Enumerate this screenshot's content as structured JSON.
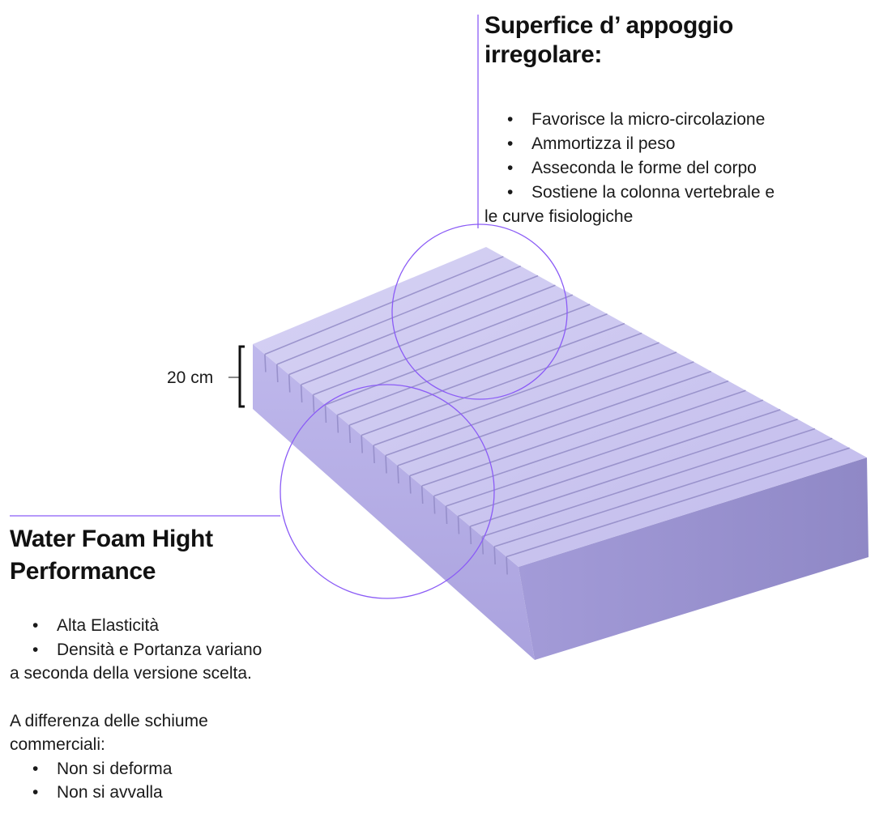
{
  "top_section": {
    "title_line1": "Superfice d’ appoggio",
    "title_line2": "irregolare:",
    "bullets": [
      "Favorisce la micro-circolazione",
      "Ammortizza il peso",
      "Asseconda le forme del corpo",
      "Sostiene la colonna vertebrale e"
    ],
    "continuation": "le curve fisiologiche"
  },
  "height_label": "20 cm",
  "left_section": {
    "title_line1": "Water Foam Hight",
    "title_line2": "Performance",
    "bullets": [
      "Alta Elasticità",
      "Densità e Portanza variano"
    ],
    "continuation": "a seconda della versione scelta.",
    "note_line1": "A differenza delle schiume",
    "note_line2": "commerciali:",
    "bullets2": [
      "Non si deforma",
      "Non si avvalla"
    ]
  },
  "colors": {
    "accent": "#8b5cf6",
    "foam_top": "#c9c4ee",
    "foam_side": "#a9a2dc",
    "foam_right": "#9a93d0"
  }
}
